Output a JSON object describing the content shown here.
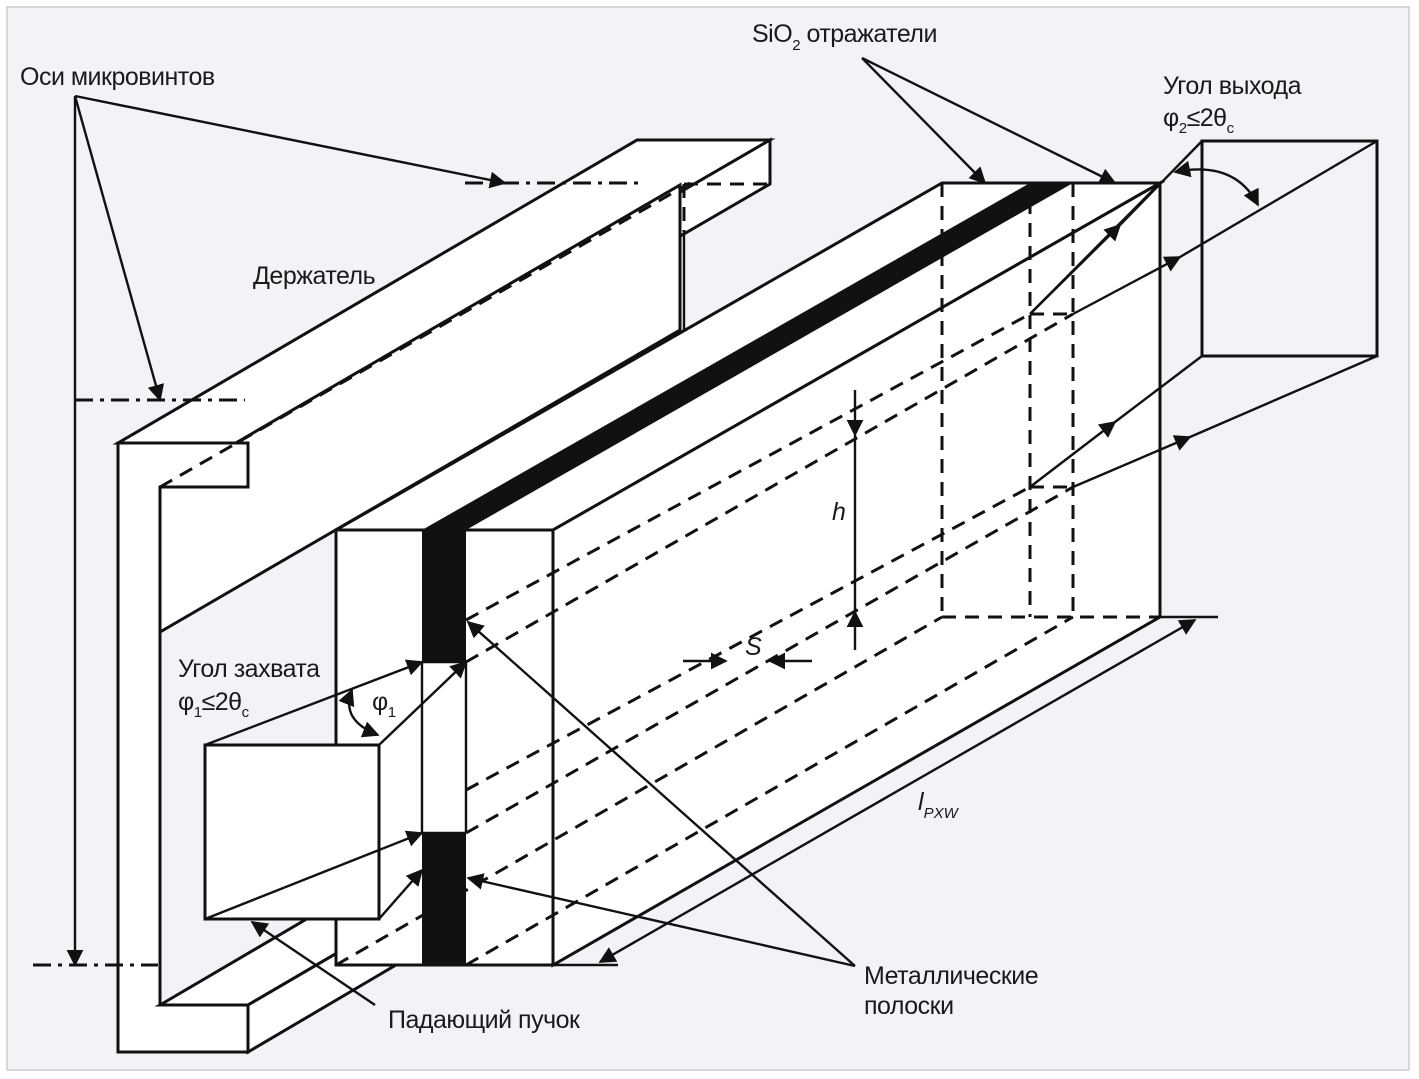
{
  "figure": {
    "type": "schematic",
    "subject": "Planar X-ray waveguide in holder",
    "labels": {
      "micro_screw_axes": "Оси микровинтов",
      "holder": "Держатель",
      "sio2_reflectors_main": "SiO",
      "sio2_reflectors_sub": "2",
      "sio2_reflectors_rest": " отражатели",
      "exit_angle_title": "Угол выхода",
      "exit_angle_phi": "φ",
      "exit_angle_phi_sub": "2",
      "exit_angle_rel": "≤2θ",
      "exit_angle_c": "c",
      "capture_angle_title": "Угол захвата",
      "capture_angle_phi": "φ",
      "capture_angle_phi_sub": "1",
      "capture_angle_rel": "≤2θ",
      "capture_angle_c": "c",
      "phi1_mark": "φ",
      "phi1_mark_sub": "1",
      "gap_height": "h",
      "gap_width": "S",
      "length_symbol": "l",
      "length_sub": "PXW",
      "incident_beam": "Падающий пучок",
      "metal_strips_line1": "Металлические",
      "metal_strips_line2": "полоски"
    }
  },
  "colors": {
    "background": "#f2f2f7",
    "border": "#d6d6d9",
    "ink": "#111111",
    "face": "#ffffff"
  }
}
